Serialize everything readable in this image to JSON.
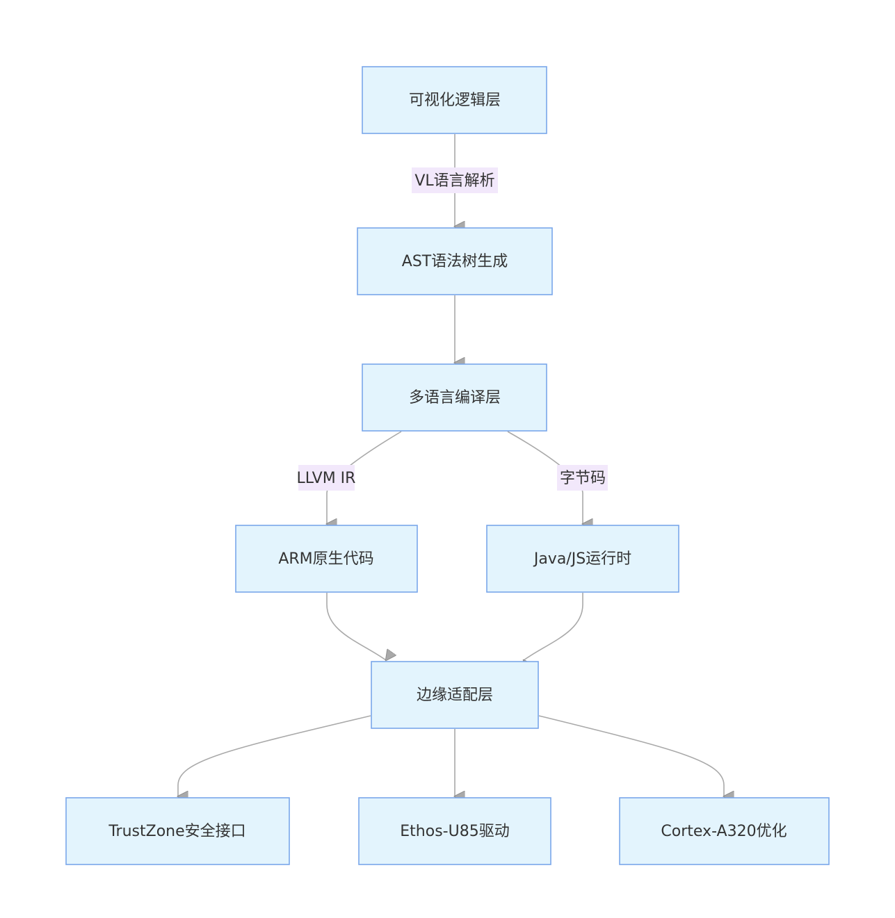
{
  "diagram": {
    "nodes": [
      {
        "id": "visual",
        "label": "可视化逻辑层"
      },
      {
        "id": "ast",
        "label": "AST语法树生成"
      },
      {
        "id": "compile",
        "label": "多语言编译层"
      },
      {
        "id": "arm",
        "label": "ARM原生代码"
      },
      {
        "id": "jvm",
        "label": "Java/JS运行时"
      },
      {
        "id": "edge",
        "label": "边缘适配层"
      },
      {
        "id": "trustzone",
        "label": "TrustZone安全接口"
      },
      {
        "id": "ethos",
        "label": "Ethos-U85驱动"
      },
      {
        "id": "cortex",
        "label": "Cortex-A320优化"
      }
    ],
    "edges": [
      {
        "from": "visual",
        "to": "ast",
        "label": "VL语言解析"
      },
      {
        "from": "ast",
        "to": "compile",
        "label": ""
      },
      {
        "from": "compile",
        "to": "arm",
        "label": "LLVM IR"
      },
      {
        "from": "compile",
        "to": "jvm",
        "label": "字节码"
      },
      {
        "from": "arm",
        "to": "edge",
        "label": ""
      },
      {
        "from": "jvm",
        "to": "edge",
        "label": ""
      },
      {
        "from": "edge",
        "to": "trustzone",
        "label": ""
      },
      {
        "from": "edge",
        "to": "ethos",
        "label": ""
      },
      {
        "from": "edge",
        "to": "cortex",
        "label": ""
      }
    ],
    "colors": {
      "node_fill": "#e3f4fd",
      "node_stroke": "#79a6ea",
      "edge_stroke": "#a9a9a9",
      "arrow_fill": "#a9a9a9",
      "label_bg": "#f2e8fb",
      "text": "#333333"
    }
  }
}
